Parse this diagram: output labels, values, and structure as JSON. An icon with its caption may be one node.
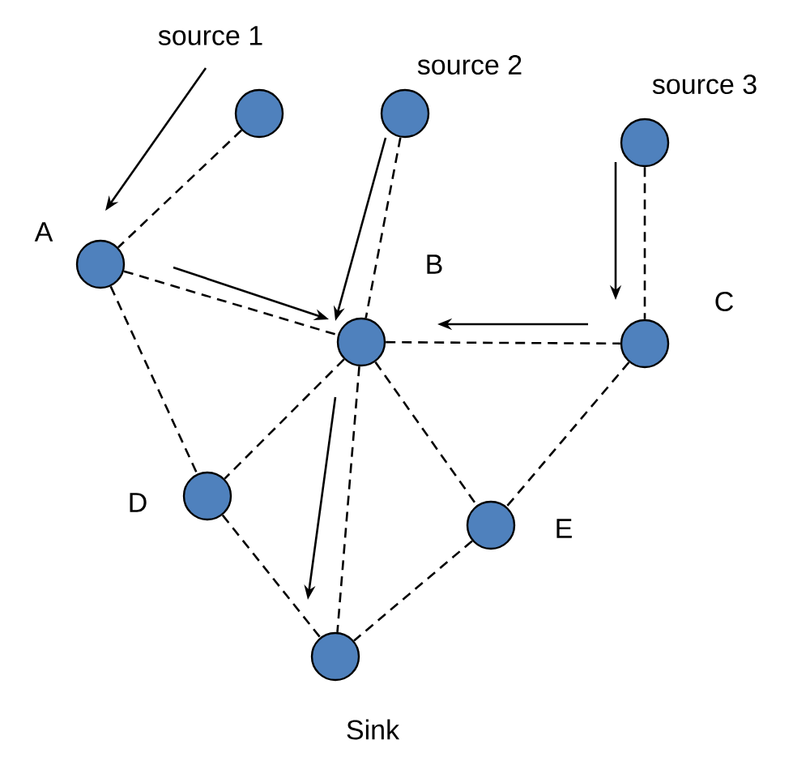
{
  "diagram": {
    "nodes": [
      {
        "text": [],
        "shape": "circle",
        "beside": [
          "source 1"
        ]
      },
      {
        "text": [],
        "shape": "circle",
        "beside": [
          "source 2"
        ]
      },
      {
        "text": [],
        "shape": "circle",
        "beside": [
          "source 3"
        ]
      },
      {
        "text": [],
        "shape": "circle",
        "beside": [
          "A"
        ]
      },
      {
        "text": [],
        "shape": "circle",
        "beside": [
          "B"
        ]
      },
      {
        "text": [],
        "shape": "circle",
        "beside": [
          "C"
        ]
      },
      {
        "text": [],
        "shape": "circle",
        "beside": [
          "D"
        ]
      },
      {
        "text": [],
        "shape": "circle",
        "beside": [
          "E"
        ]
      },
      {
        "text": [],
        "shape": "circle",
        "beside": [
          "Sink"
        ]
      }
    ],
    "edges": [
      {
        "from": 0,
        "to": 3,
        "arrow": "none",
        "style": "dashed"
      },
      {
        "from": 1,
        "to": 4,
        "arrow": "none",
        "style": "dashed"
      },
      {
        "from": 2,
        "to": 5,
        "arrow": "none",
        "style": "dashed"
      },
      {
        "from": 3,
        "to": 4,
        "arrow": "none",
        "style": "dashed"
      },
      {
        "from": 3,
        "to": 6,
        "arrow": "none",
        "style": "dashed"
      },
      {
        "from": 4,
        "to": 5,
        "arrow": "none",
        "style": "dashed"
      },
      {
        "from": 4,
        "to": 6,
        "arrow": "none",
        "style": "dashed"
      },
      {
        "from": 4,
        "to": 7,
        "arrow": "none",
        "style": "dashed"
      },
      {
        "from": 4,
        "to": 8,
        "arrow": "none",
        "style": "dashed"
      },
      {
        "from": 5,
        "to": 7,
        "arrow": "none",
        "style": "dashed"
      },
      {
        "from": 6,
        "to": 8,
        "arrow": "none",
        "style": "dashed"
      },
      {
        "from": 7,
        "to": 8,
        "arrow": "none",
        "style": "dashed"
      },
      {
        "from": 0,
        "to": 3,
        "arrow": "to"
      },
      {
        "from": 1,
        "to": 4,
        "arrow": "to"
      },
      {
        "from": 3,
        "to": 4,
        "arrow": "to"
      },
      {
        "from": 5,
        "to": 4,
        "arrow": "to"
      },
      {
        "from": 2,
        "to": 5,
        "arrow": "to"
      },
      {
        "from": 4,
        "to": 8,
        "arrow": "to"
      }
    ]
  }
}
